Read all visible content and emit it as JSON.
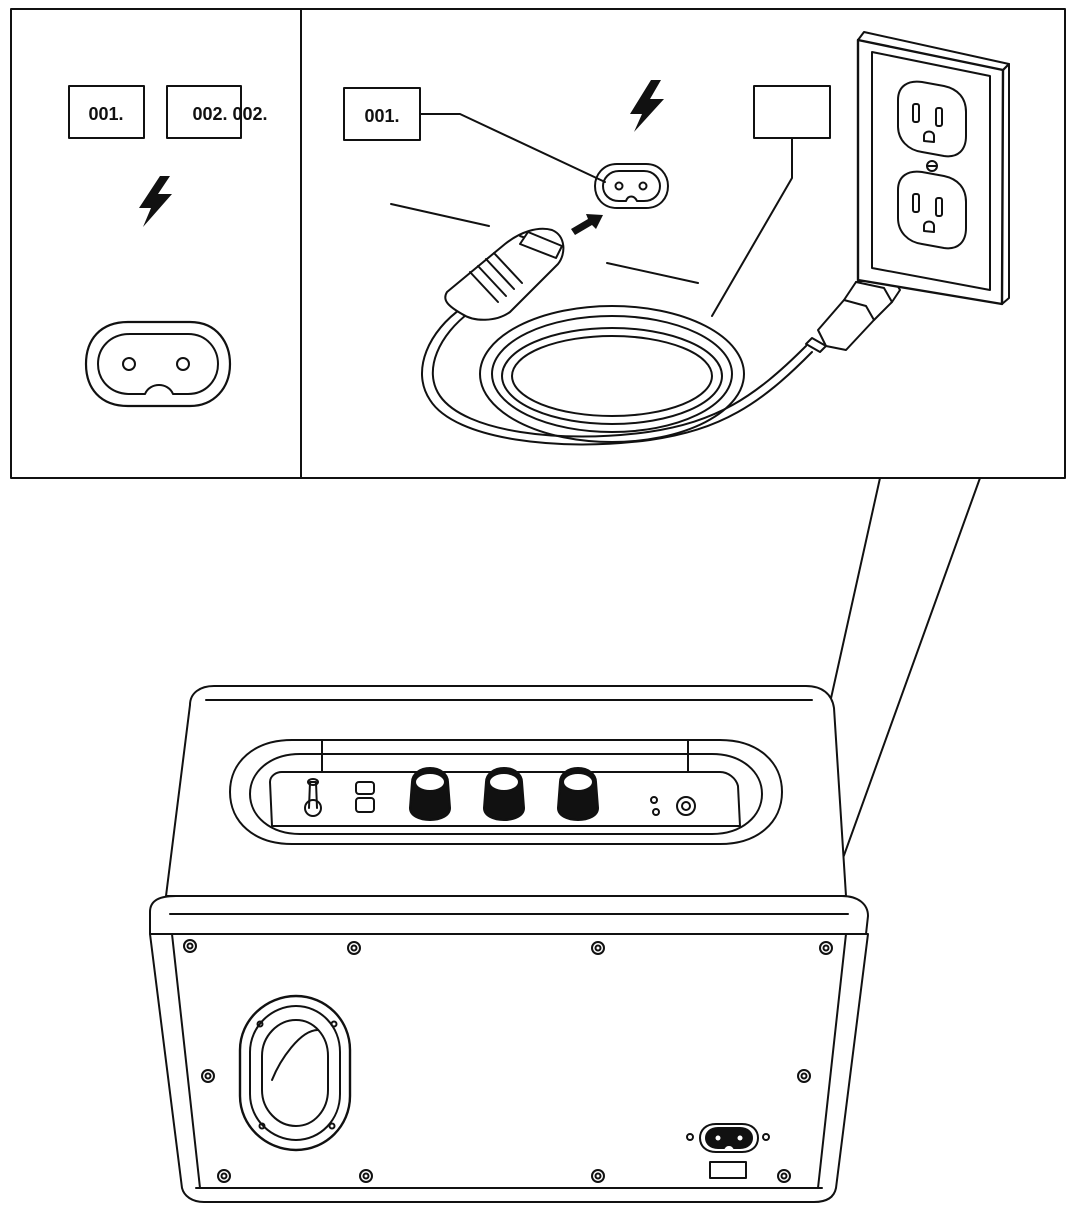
{
  "left_panel": {
    "label_1": "001.",
    "label_2": "002. 002."
  },
  "right_panel": {
    "label_1": "001.",
    "label_2": ""
  },
  "icons": {
    "bolt": "lightning-bolt-icon",
    "socket": "figure-8-socket-icon",
    "plug": "power-plug-icon",
    "outlet": "wall-outlet-icon"
  },
  "colors": {
    "ink": "#111111",
    "background": "#ffffff"
  }
}
